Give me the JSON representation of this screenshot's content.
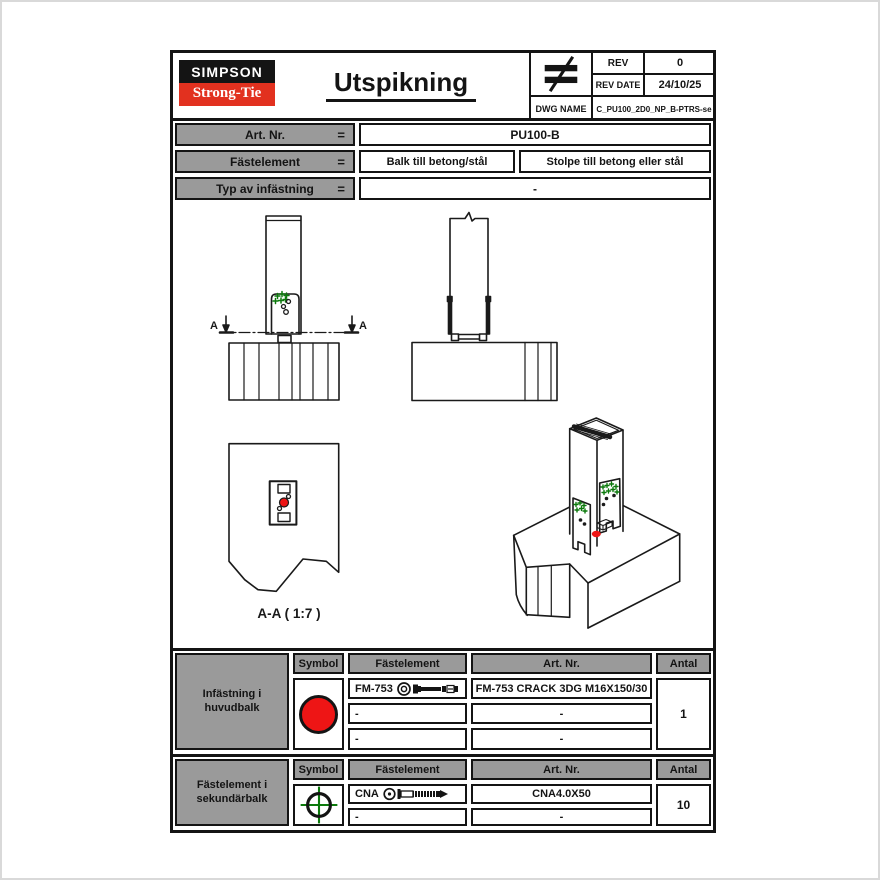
{
  "header": {
    "logo": {
      "line1": "SIMPSON",
      "line2": "Strong-Tie"
    },
    "title": "Utspikning",
    "symbol_icon": "not-equal-icon",
    "rev_table": {
      "rev_label": "REV",
      "rev_value": "0",
      "rev_date_label": "REV DATE",
      "rev_date_value": "24/10/25",
      "dwg_name_label": "DWG NAME",
      "dwg_name_value": "C_PU100_2D0_NP_B-PTRS-se"
    }
  },
  "info_table": {
    "rows": [
      {
        "label": "Art. Nr.",
        "eq": "=",
        "values": [
          "PU100-B"
        ]
      },
      {
        "label": "Fästelement",
        "eq": "=",
        "values": [
          "Balk till betong/stål",
          "Stolpe till betong eller stål"
        ]
      },
      {
        "label": "Typ av infästning",
        "eq": "=",
        "values": [
          "-"
        ]
      }
    ]
  },
  "drawing": {
    "section_marker": "A",
    "section_label": "A-A ( 1:7 )",
    "views": [
      "front-view",
      "side-view",
      "section-a-a",
      "isometric-view"
    ],
    "colors": {
      "line": "#1a1a1a",
      "fastener_green": "#0c7a0c",
      "marker_red": "#ee1515"
    }
  },
  "fastener_tables": [
    {
      "row_label_line1": "Infästning i",
      "row_label_line2": "huvudbalk",
      "headers": [
        "Symbol",
        "Fästelement",
        "Art. Nr.",
        "Antal"
      ],
      "symbol": "red-filled-circle",
      "rows": [
        {
          "fastener": "FM-753",
          "icon": "fm753-anchor-icon",
          "art_nr": "FM-753 CRACK 3DG M16X150/30"
        },
        {
          "fastener": "-",
          "art_nr": "-"
        },
        {
          "fastener": "-",
          "art_nr": "-"
        }
      ],
      "antal": "1"
    },
    {
      "row_label_line1": "Fästelement i",
      "row_label_line2": "sekundärbalk",
      "headers": [
        "Symbol",
        "Fästelement",
        "Art. Nr.",
        "Antal"
      ],
      "symbol": "green-crosshair-circle",
      "rows": [
        {
          "fastener": "CNA",
          "icon": "cna-nail-icon",
          "art_nr": "CNA4.0X50"
        },
        {
          "fastener": "-",
          "art_nr": "-"
        }
      ],
      "antal": "10"
    }
  ],
  "colors": {
    "cell_gray": "#9a9a9a",
    "logo_black": "#141414",
    "logo_red": "#e2311f",
    "symbol_red": "#ee1515",
    "symbol_green": "#0c7a0c"
  }
}
